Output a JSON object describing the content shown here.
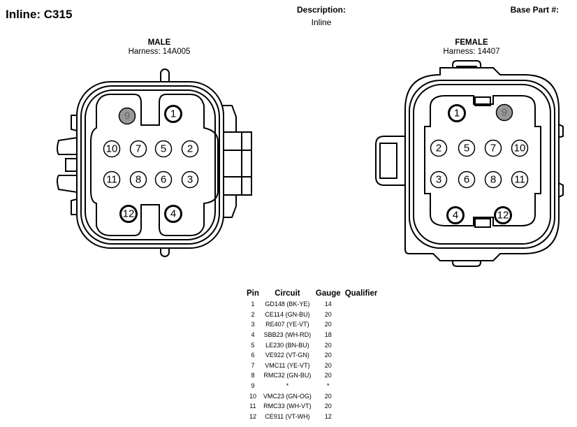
{
  "header": {
    "title": "Inline: C315",
    "description_label": "Description:",
    "description_value": "Inline",
    "base_part_label": "Base Part #:"
  },
  "male": {
    "name": "MALE",
    "harness": "Harness: 14A005"
  },
  "female": {
    "name": "FEMALE",
    "harness": "Harness: 14407"
  },
  "pin_labels": [
    "1",
    "2",
    "3",
    "4",
    "5",
    "6",
    "7",
    "8",
    "9",
    "10",
    "11",
    "12"
  ],
  "table": {
    "headers": [
      "Pin",
      "Circuit",
      "Gauge",
      "Qualifier"
    ],
    "rows": [
      [
        "1",
        "GD148 (BK-YE)",
        "14",
        ""
      ],
      [
        "2",
        "CE114 (GN-BU)",
        "20",
        ""
      ],
      [
        "3",
        "RE407 (YE-VT)",
        "20",
        ""
      ],
      [
        "4",
        "SBB23 (WH-RD)",
        "18",
        ""
      ],
      [
        "5",
        "LE230 (BN-BU)",
        "20",
        ""
      ],
      [
        "6",
        "VE922 (VT-GN)",
        "20",
        ""
      ],
      [
        "7",
        "VMC11 (YE-VT)",
        "20",
        ""
      ],
      [
        "8",
        "RMC32 (GN-BU)",
        "20",
        ""
      ],
      [
        "9",
        "*",
        "*",
        ""
      ],
      [
        "10",
        "VMC23 (GN-OG)",
        "20",
        ""
      ],
      [
        "11",
        "RMC33 (WH-VT)",
        "20",
        ""
      ],
      [
        "12",
        "CE911 (VT-WH)",
        "12",
        ""
      ]
    ]
  },
  "colors": {
    "line": "#000000",
    "plugged_pin": "#999999"
  }
}
